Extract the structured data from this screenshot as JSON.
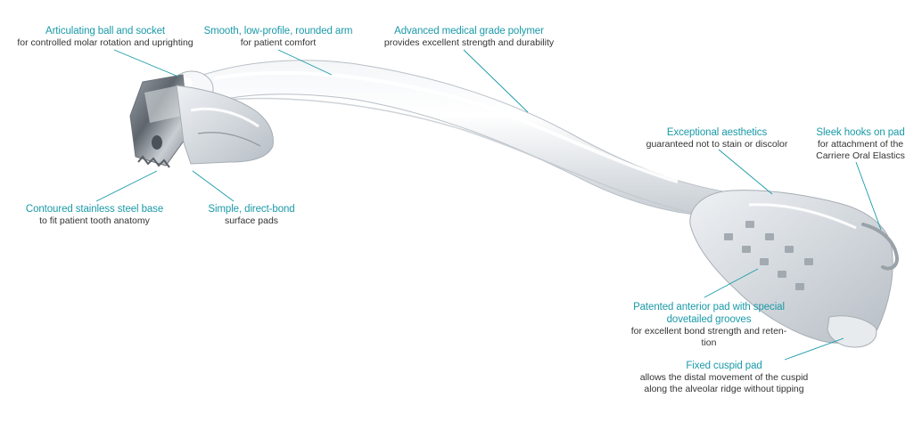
{
  "colors": {
    "accent": "#1a9aa8",
    "text": "#333333",
    "leader": "#1a9aa8"
  },
  "callouts": {
    "ball_socket": {
      "title": "Articulating ball and socket",
      "desc": "for controlled molar rotation and uprighting"
    },
    "arm": {
      "title": "Smooth, low-profile, rounded arm",
      "desc": "for patient comfort"
    },
    "polymer": {
      "title": "Advanced medical grade polymer",
      "desc": "provides excellent strength and durability"
    },
    "aesthetics": {
      "title": "Exceptional aesthetics",
      "desc": "guaranteed not to stain or discolor"
    },
    "hooks": {
      "title": "Sleek hooks on pad",
      "desc1": "for attachment of the",
      "desc2": "Carriere Oral Elastics"
    },
    "steel_base": {
      "title": "Contoured stainless steel base",
      "desc": "to fit patient tooth anatomy"
    },
    "bond": {
      "title": "Simple, direct-bond",
      "desc": "surface pads"
    },
    "anterior": {
      "title1": "Patented anterior pad with special",
      "title2": "dovetailed grooves",
      "desc1": "for excellent bond strength and reten-",
      "desc2": "tion"
    },
    "cuspid": {
      "title": "Fixed cuspid pad",
      "desc1": "allows the distal movement of the cuspid",
      "desc2": "along the alveolar ridge without tipping"
    }
  }
}
